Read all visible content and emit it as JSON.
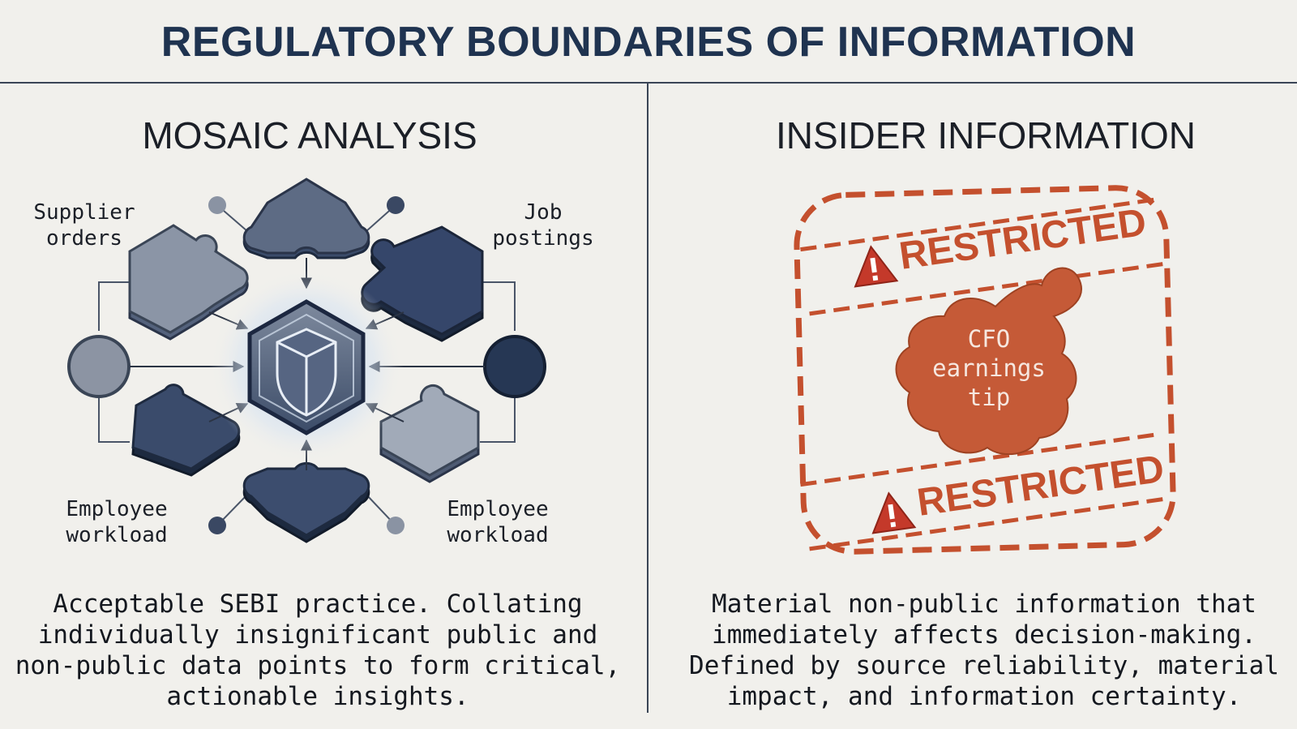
{
  "title": "REGULATORY BOUNDARIES OF INFORMATION",
  "left_panel": {
    "heading": "MOSAIC ANALYSIS",
    "labels": {
      "top_left": "Supplier\norders",
      "top_right": "Job\npostings",
      "bottom_left": "Employee\nworkload",
      "bottom_right": "Employee\nworkload"
    },
    "description": "Acceptable SEBI practice. Collating individually insignificant public and non-public data points to form critical, actionable insights."
  },
  "right_panel": {
    "heading": "INSIDER INFORMATION",
    "stamp_text": "RESTRICTED",
    "blob_text": "CFO\nearnings\ntip",
    "description": "Material non-public information that immediately affects decision-making. Defined by source reliability, material impact, and information certainty."
  },
  "colors": {
    "navy": "#1f3350",
    "slate": "#7d8798",
    "dark_piece": "#3d4f6e",
    "restricted_red": "#c4502e",
    "blob": "#c55a37",
    "background": "#f1f0ec"
  }
}
